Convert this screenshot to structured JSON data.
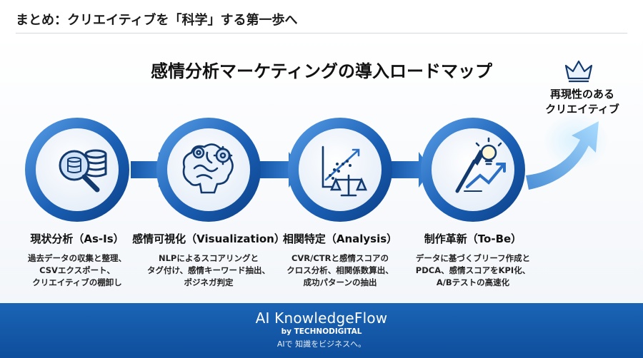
{
  "header": {
    "title": "まとめ：クリエイティブを「科学」する第一歩へ"
  },
  "diagram": {
    "title": "感情分析マーケティングの導入ロードマップ",
    "goal": {
      "line1": "再現性のある",
      "line2": "クリエイティブ",
      "icon": "crown-icon"
    },
    "steps": [
      {
        "title": "現状分析（As-Is）",
        "desc": [
          "過去データの収集と整理、",
          "CSVエクスポート、",
          "クリエイティブの棚卸し"
        ],
        "icon": "magnifier-database-icon"
      },
      {
        "title": "感情可視化（Visualization）",
        "desc": [
          "NLPによるスコアリングと",
          "タグ付け、感情キーワード抽出、",
          "ポジネガ判定"
        ],
        "icon": "brain-gears-icon"
      },
      {
        "title": "相関特定（Analysis）",
        "desc": [
          "CVR/CTRと感情スコアの",
          "クロス分析、相関係数算出、",
          "成功パターンの抽出"
        ],
        "icon": "scatter-scale-icon"
      },
      {
        "title": "制作革新（To-Be）",
        "desc": [
          "データに基づくブリーフ作成と",
          "PDCA、感情スコアをKPI化、",
          "A/Bテストの高速化"
        ],
        "icon": "brush-bulb-arrow-icon"
      }
    ]
  },
  "footer": {
    "brand": "AI KnowledgeFlow",
    "by": "by TECHNODIGITAL",
    "tagline": "AIで 知識をビジネスへ。"
  },
  "colors": {
    "primary": "#1a5fb4",
    "dark": "#0e4e9c",
    "glow": "#bfe6ff"
  }
}
